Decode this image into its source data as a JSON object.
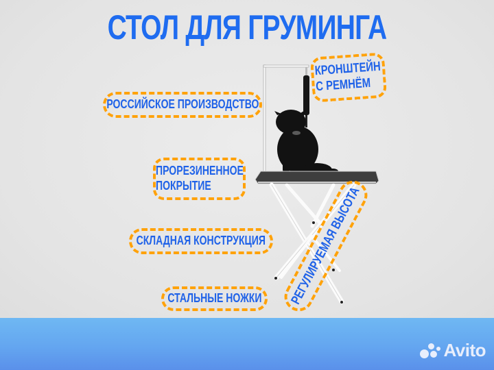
{
  "title": "СТОЛ ДЛЯ ГРУМИНГА",
  "features": [
    {
      "id": "origin",
      "label": "РОССИЙСКОЕ ПРОИЗВОДСТВО"
    },
    {
      "id": "arm",
      "label": "КРОНШТЕЙН\nС РЕМНЁМ"
    },
    {
      "id": "surface",
      "label": "ПРОРЕЗИНЕННОЕ\nПОКРЫТИЕ"
    },
    {
      "id": "folding",
      "label": "СКЛАДНАЯ КОНСТРУКЦИЯ"
    },
    {
      "id": "legs",
      "label": "СТАЛЬНЫЕ НОЖКИ"
    },
    {
      "id": "height",
      "label": "РЕГУЛИРУЕМАЯ ВЫСОТА"
    }
  ],
  "watermark": {
    "text": "Avito",
    "icon": "avito-dots-icon"
  },
  "colors": {
    "title": "#1f6cf0",
    "label_text": "#1f62e8",
    "dash_border": "#ffa20a",
    "background": "#e6e6e6",
    "band_top": "#6fb8f3",
    "band_bottom": "#5a90ea"
  }
}
